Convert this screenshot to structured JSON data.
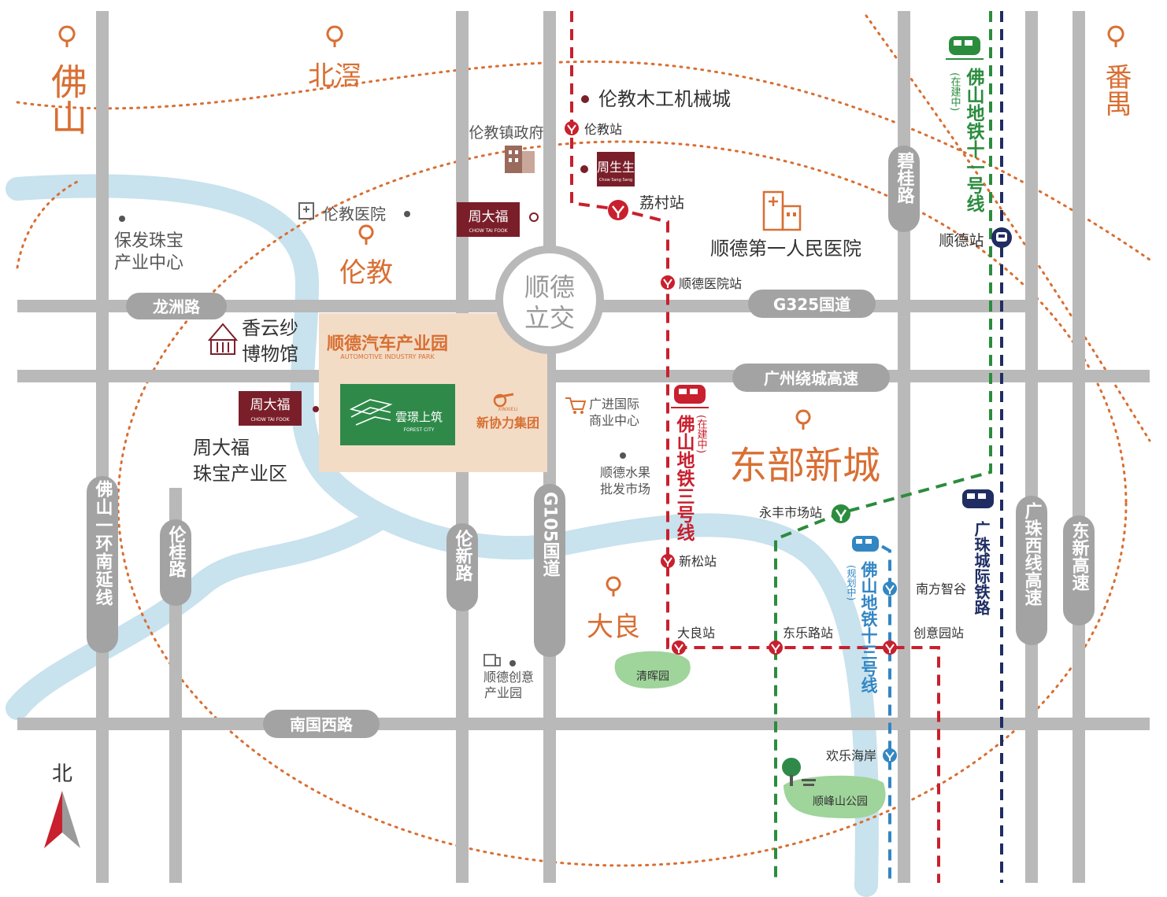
{
  "colors": {
    "background": "#ffffff",
    "road": "#b9b9b9",
    "road_label_bg": "#a3a3a3",
    "river": "#c8e2ee",
    "accent_orange": "#d86f33",
    "metro_red": "#c8202e",
    "metro_green": "#2b8c3e",
    "metro_blue": "#3286c3",
    "rail_navy": "#1f2d63",
    "brand_maroon": "#7a1f2a",
    "project_green": "#2f8a4a",
    "park_green": "#9fd49a",
    "industry_zone": "#f3dcc6"
  },
  "roads": {
    "longzhou": "龙洲路",
    "g325": "G325国道",
    "guangzhou_ring": "广州绕城高速",
    "nanguo_west": "南国西路",
    "foshan_ring": "佛山一环南延线",
    "lungui": "伦桂路",
    "lunxin": "伦新路",
    "g105": "G105国道",
    "bigui": "碧桂路",
    "guangzhu_west": "广珠西线高速",
    "dongxin": "东新高速"
  },
  "interchange": {
    "line1": "顺德",
    "line2": "立交"
  },
  "districts": {
    "foshan": "佛山",
    "beijiao": "北滘",
    "panyu": "番禺",
    "lunjiao": "伦教",
    "daliang": "大良",
    "eastern_new_town": "东部新城"
  },
  "metro": {
    "line3": {
      "name": "佛山地铁三号线",
      "status": "(在建中)"
    },
    "line11": {
      "name": "佛山地铁十一号线",
      "status": "(在建中)"
    },
    "line13": {
      "name": "佛山地铁十三号线",
      "status": "(规划中)"
    },
    "intercity": {
      "name": "广珠城际铁路"
    },
    "stations": {
      "lunjiao": "伦教站",
      "licun": "荔村站",
      "shunde_hospital": "顺德医院站",
      "xinsong": "新松站",
      "daliang": "大良站",
      "dongle_road": "东乐路站",
      "chuangyi_park": "创意园站",
      "yongfeng_market": "永丰市场站",
      "south_zhigu": "南方智谷",
      "huanle_coast": "欢乐海岸",
      "shunde": "顺德站"
    }
  },
  "pois": {
    "wood_machinery": "伦教木工机械城",
    "lunjiao_gov": "伦教镇政府",
    "lunjiao_hospital": "伦教医院",
    "baofa_jewelry": {
      "line1": "保发珠宝",
      "line2": "产业中心"
    },
    "shunde_first_hospital": "顺德第一人民医院",
    "xiangyunsha": {
      "line1": "香云纱",
      "line2": "博物馆"
    },
    "ctf_jewelry_zone": {
      "line1": "周大福",
      "line2": "珠宝产业区"
    },
    "guangjin": {
      "line1": "广进国际",
      "line2": "商业中心"
    },
    "fruit_market": {
      "line1": "顺德水果",
      "line2": "批发市场"
    },
    "creative_park": {
      "line1": "顺德创意",
      "line2": "产业园"
    },
    "qinghui_garden": "清晖园",
    "shunfeng_park": "顺峰山公园"
  },
  "zones": {
    "auto_park_cn": "顺德汽车产业园",
    "auto_park_en": "AUTOMOTIVE INDUSTRY PARK",
    "project_cn": "雲璟上筑",
    "project_en": "FOREST CITY",
    "xinxieli": "新协力集团",
    "xinxieli_en": "XINXIELI"
  },
  "brands": {
    "ctf_cn": "周大福",
    "ctf_en": "CHOW TAI FOOK",
    "chowsangsang_cn": "周生生",
    "chowsangsang_en": "Chow Sang Sang"
  },
  "compass": {
    "label": "北"
  }
}
